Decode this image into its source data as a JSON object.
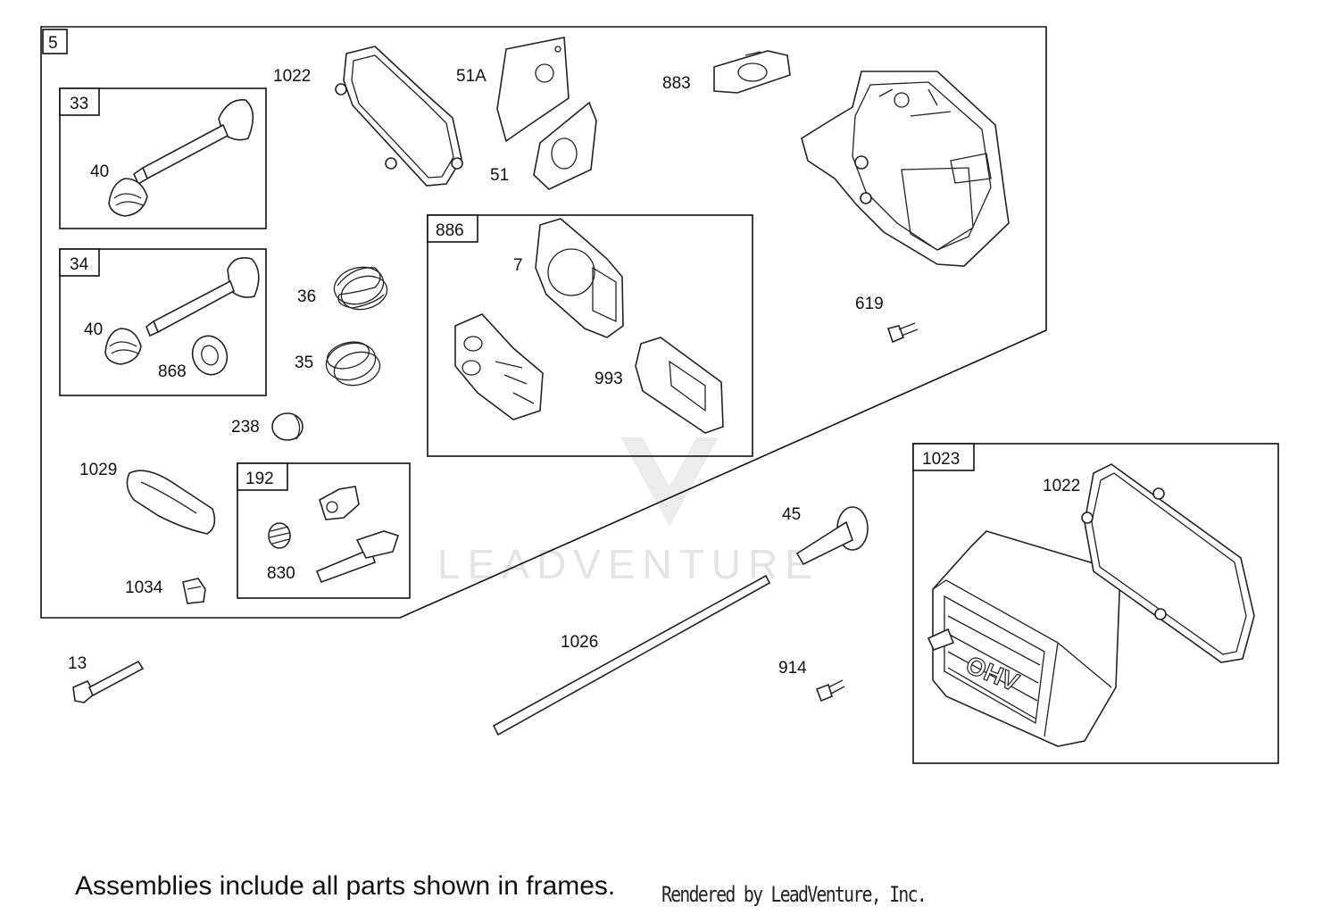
{
  "watermark": "LEADVENTURE",
  "frames": [
    {
      "id": "frame-5",
      "label": "5"
    },
    {
      "id": "frame-33",
      "label": "33"
    },
    {
      "id": "frame-34",
      "label": "34"
    },
    {
      "id": "frame-886",
      "label": "886"
    },
    {
      "id": "frame-192",
      "label": "192"
    },
    {
      "id": "frame-1023",
      "label": "1023"
    }
  ],
  "parts": [
    {
      "id": "1022-a",
      "label": "1022"
    },
    {
      "id": "51A",
      "label": "51A"
    },
    {
      "id": "883",
      "label": "883"
    },
    {
      "id": "40-a",
      "label": "40"
    },
    {
      "id": "51",
      "label": "51"
    },
    {
      "id": "7",
      "label": "7"
    },
    {
      "id": "36",
      "label": "36"
    },
    {
      "id": "40-b",
      "label": "40"
    },
    {
      "id": "619",
      "label": "619"
    },
    {
      "id": "35",
      "label": "35"
    },
    {
      "id": "868",
      "label": "868"
    },
    {
      "id": "993",
      "label": "993"
    },
    {
      "id": "238",
      "label": "238"
    },
    {
      "id": "1029",
      "label": "1029"
    },
    {
      "id": "1022-b",
      "label": "1022"
    },
    {
      "id": "45",
      "label": "45"
    },
    {
      "id": "830",
      "label": "830"
    },
    {
      "id": "1034",
      "label": "1034"
    },
    {
      "id": "1026",
      "label": "1026"
    },
    {
      "id": "13",
      "label": "13"
    },
    {
      "id": "914",
      "label": "914"
    }
  ],
  "cover_text": "OHV",
  "footer_note": "Assemblies include all parts shown in frames.",
  "render_credit": "Rendered by LeadVenture, Inc."
}
